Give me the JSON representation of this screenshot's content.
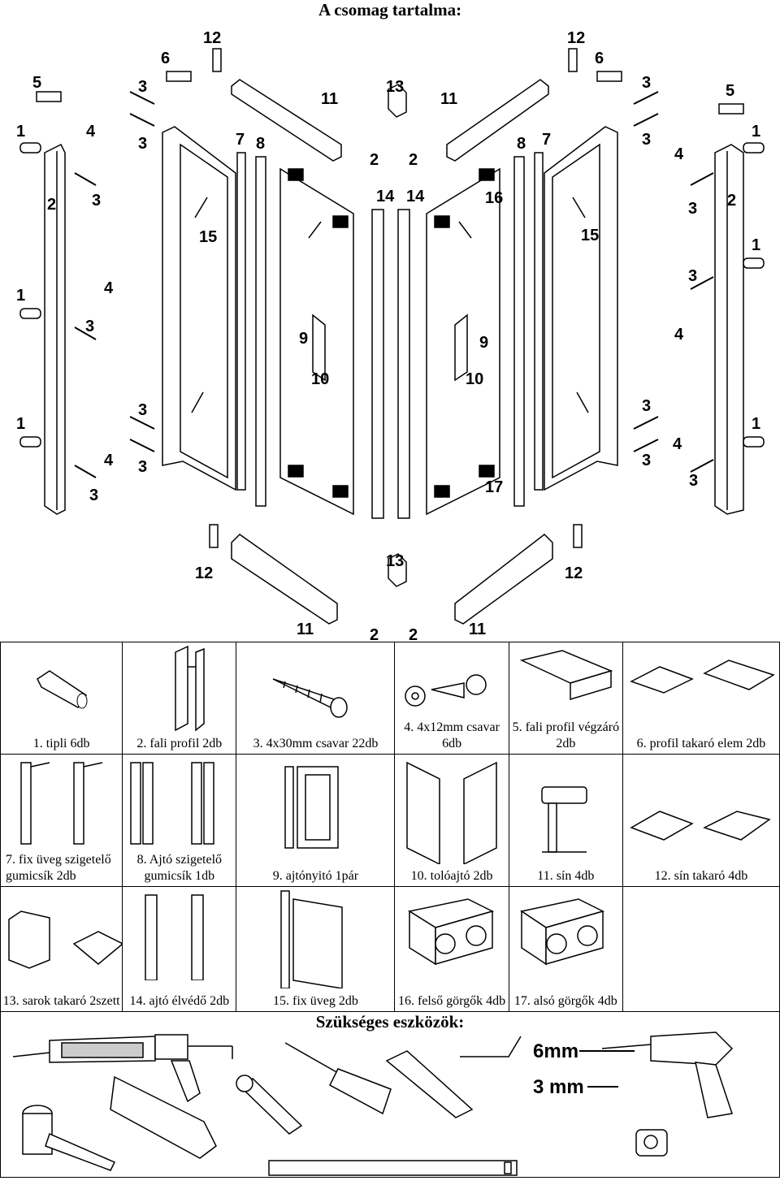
{
  "page": {
    "title": "A csomag tartalma:"
  },
  "diagram": {
    "callouts": [
      "1",
      "2",
      "3",
      "4",
      "5",
      "6",
      "7",
      "8",
      "9",
      "10",
      "11",
      "12",
      "13",
      "14",
      "15",
      "16",
      "17"
    ]
  },
  "parts": [
    {
      "num": "1.",
      "label": "tipli 6db"
    },
    {
      "num": "2.",
      "label": "fali profil 2db"
    },
    {
      "num": "3.",
      "label": "4x30mm csavar 22db"
    },
    {
      "num": "4.",
      "label": "4x12mm csavar 6db"
    },
    {
      "num": "5.",
      "label": "fali profil végzáró 2db"
    },
    {
      "num": "6.",
      "label": "profil takaró elem 2db"
    },
    {
      "num": "7.",
      "label": "fix üveg szigetelő gumicsík 2db"
    },
    {
      "num": "8.",
      "label": "Ajtó szigetelő gumicsík 1db"
    },
    {
      "num": "9.",
      "label": "ajtónyitó 1pár"
    },
    {
      "num": "10.",
      "label": "tolóajtó 2db"
    },
    {
      "num": "11.",
      "label": "sín 4db"
    },
    {
      "num": "12.",
      "label": "sín takaró 4db"
    },
    {
      "num": "13.",
      "label": "sarok takaró 2szett"
    },
    {
      "num": "14.",
      "label": "ajtó élvédő 2db"
    },
    {
      "num": "15.",
      "label": "fix üveg 2db"
    },
    {
      "num": "16.",
      "label": "felső görgők 4db"
    },
    {
      "num": "17.",
      "label": "alsó görgők 4db"
    }
  ],
  "tools": {
    "title": "Szükséges eszközök:",
    "drill_bits": [
      "6mm",
      "3 mm"
    ]
  }
}
